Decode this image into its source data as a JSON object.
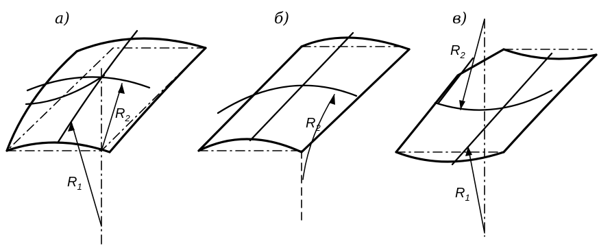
{
  "panels": [
    {
      "id": "a",
      "label": "а)",
      "r1": "R",
      "r1_sub": "1",
      "r2": "R",
      "r2_sub": "2"
    },
    {
      "id": "b",
      "label": "б)",
      "r2": "R",
      "r2_sub": "2"
    },
    {
      "id": "c",
      "label": "в)",
      "r1": "R",
      "r1_sub": "1",
      "r2": "R",
      "r2_sub": "2"
    }
  ]
}
